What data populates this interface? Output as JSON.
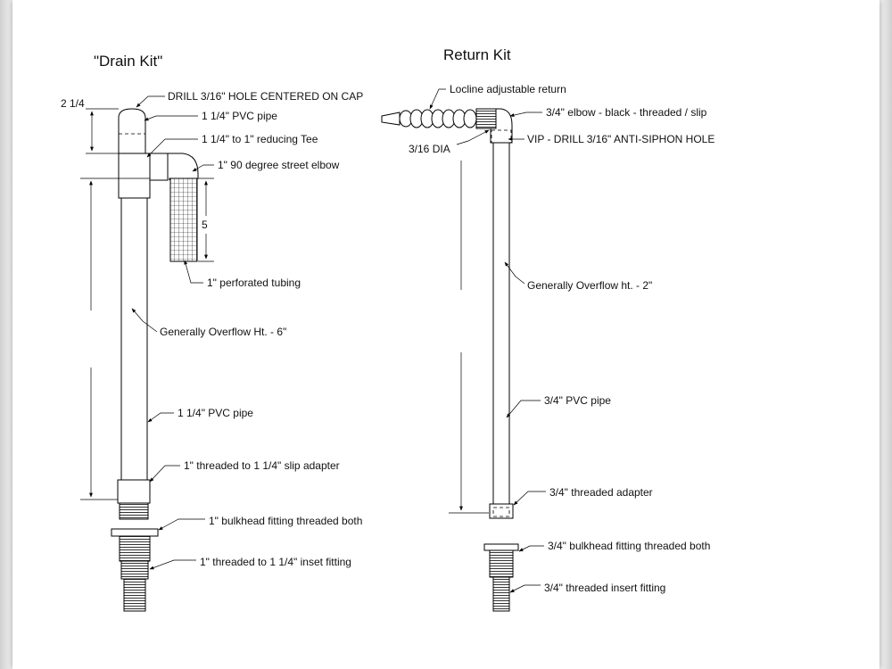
{
  "drain_kit": {
    "title": "\"Drain Kit\"",
    "dim_cap": "2 1/4",
    "dim_strainer": "5",
    "labels": {
      "drill_cap": "DRILL 3/16\" HOLE CENTERED ON CAP",
      "pvc_top": "1 1/4\" PVC pipe",
      "reducing_tee": "1 1/4\" to 1\" reducing Tee",
      "street_elbow": "1\" 90 degree street elbow",
      "perforated": "1\" perforated tubing",
      "overflow_ht": "Generally Overflow Ht. - 6\"",
      "pvc_main": "1 1/4\" PVC pipe",
      "slip_adapter": "1\" threaded  to 1 1/4\" slip adapter",
      "bulkhead": "1\" bulkhead fitting threaded both",
      "inset_fitting": "1\" threaded to 1 1/4\" inset fitting"
    }
  },
  "return_kit": {
    "title": "Return Kit",
    "labels": {
      "locline": "Locline adjustable return",
      "elbow": "3/4\" elbow - black - threaded / slip",
      "dia": "3/16 DIA",
      "vip": "VIP - DRILL 3/16\" ANTI-SIPHON HOLE",
      "overflow_ht": "Generally Overflow ht. - 2\"",
      "pvc": "3/4\" PVC pipe",
      "adapter": "3/4\" threaded adapter",
      "bulkhead": "3/4\" bulkhead fitting threaded both",
      "insert_fitting": "3/4\" threaded insert fitting"
    }
  }
}
